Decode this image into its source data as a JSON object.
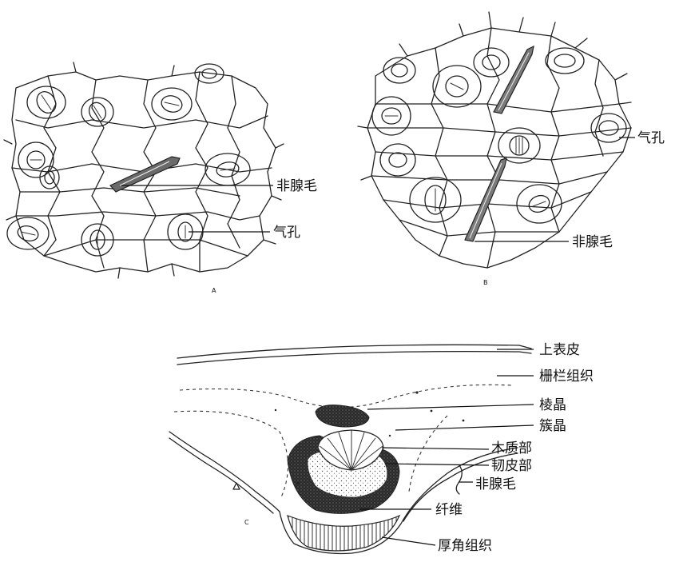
{
  "panel_a": {
    "letter": "A",
    "labels": {
      "trichome": "非腺毛",
      "stomata": "气孔"
    }
  },
  "panel_b": {
    "letter": "B",
    "labels": {
      "stomata": "气孔",
      "trichome": "非腺毛"
    }
  },
  "panel_c": {
    "letter": "C",
    "labels": {
      "upper_epidermis": "上表皮",
      "palisade": "栅栏组织",
      "prism_crystal": "棱晶",
      "cluster_crystal": "簇晶",
      "xylem": "木质部",
      "phloem": "韧皮部",
      "trichome": "非腺毛",
      "fiber": "纤维",
      "collenchyma": "厚角组织"
    }
  },
  "colors": {
    "ink": "#222222",
    "background": "#ffffff"
  }
}
